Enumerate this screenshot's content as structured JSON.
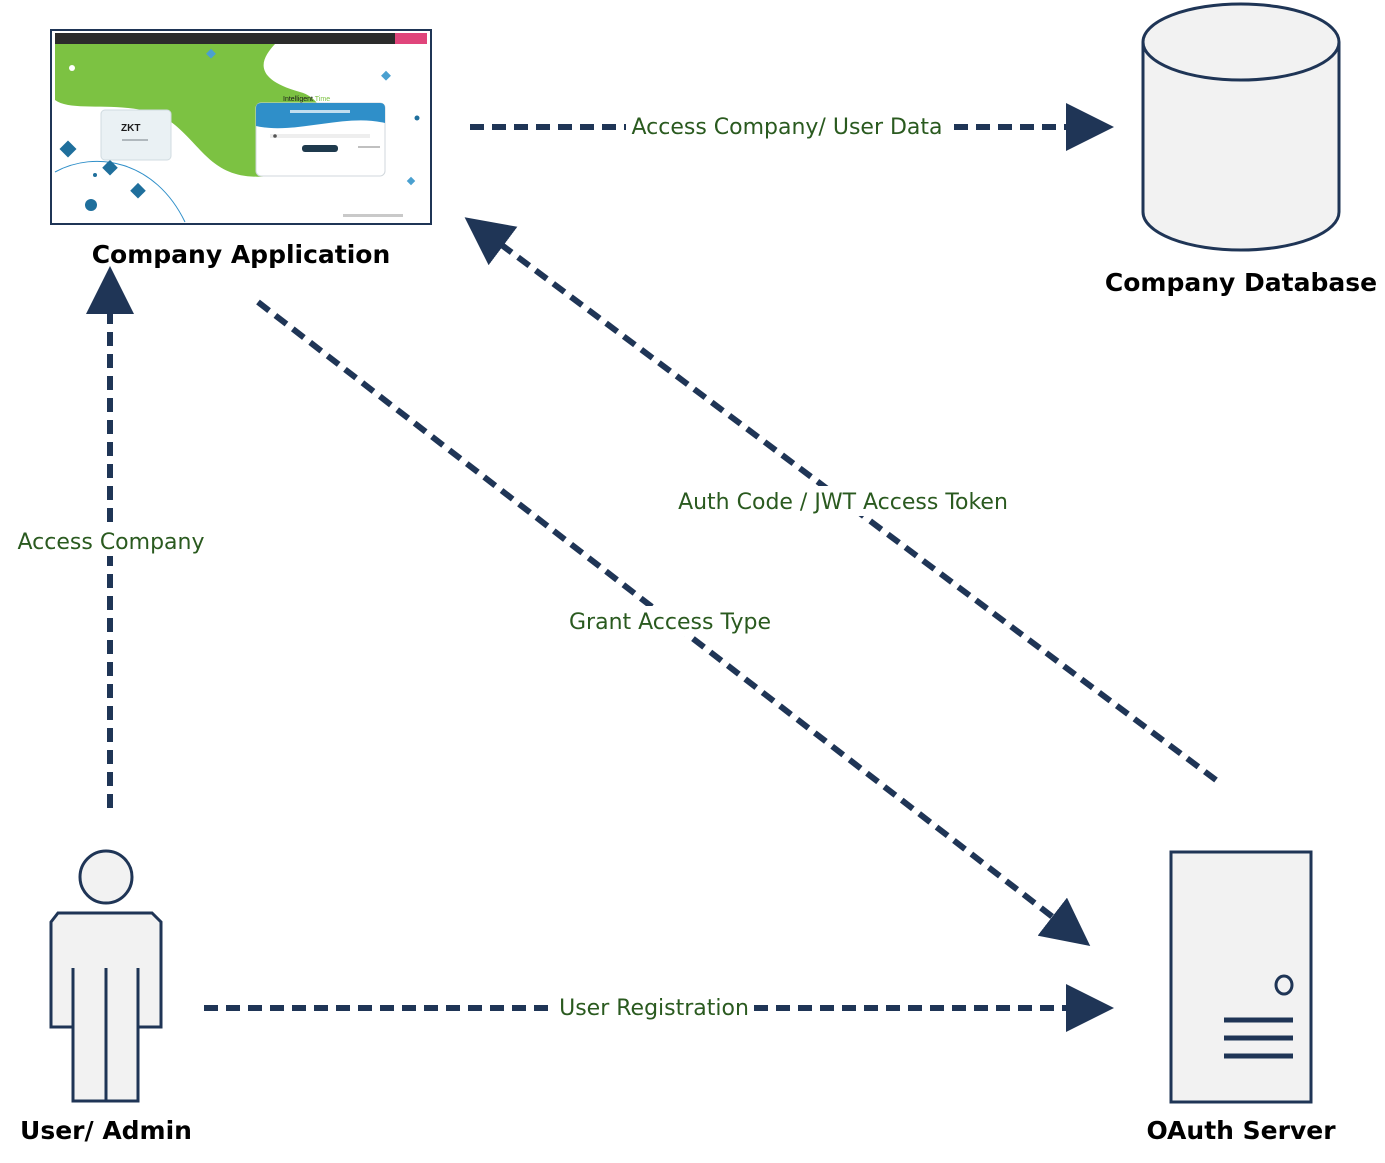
{
  "colors": {
    "edge": "#1f3556",
    "edge_label": "#2a5a1f",
    "node_label": "#000000",
    "shape_fill": "#f2f2f2",
    "app_green": "#7cc242",
    "app_blue": "#2f8fc9"
  },
  "nodes": {
    "company_application": {
      "label": "Company Application",
      "icon": "app-screenshot"
    },
    "company_database": {
      "label": "Company Database",
      "icon": "database-cylinder-icon"
    },
    "user_admin": {
      "label": "User/ Admin",
      "icon": "person-icon"
    },
    "oauth_server": {
      "label": "OAuth Server",
      "icon": "server-tower-icon"
    }
  },
  "screenshot": {
    "brand": "ZKT",
    "title_part1": "Intelligent",
    "title_part2": "Time"
  },
  "edges": {
    "access_company_user_data": "Access Company/ User Data",
    "auth_code_jwt": "Auth Code / JWT Access Token",
    "grant_access_type": "Grant Access Type",
    "access_company": "Access Company",
    "user_registration": "User Registration"
  }
}
